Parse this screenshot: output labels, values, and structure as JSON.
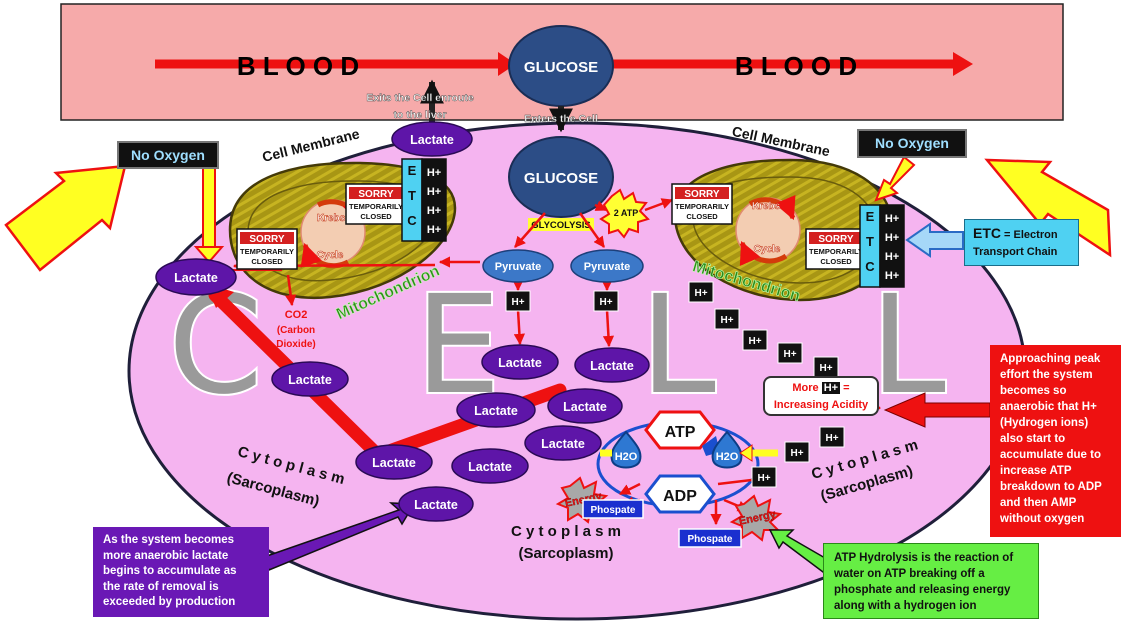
{
  "blood": {
    "left_label": "B L O O D",
    "right_label": "B L O O D",
    "glucose_label": "GLUCOSE"
  },
  "arrows": {
    "exits_label_1": "Exits the Cell enroute",
    "exits_label_2": "to the liver",
    "enters_label": "Enters the Cell"
  },
  "membrane": {
    "left_label": "Cell Membrane",
    "right_label": "Cell Membrane"
  },
  "cell": {
    "letters": [
      "C",
      "E",
      "L",
      "L"
    ],
    "glucose_label": "GLUCOSE",
    "glycolysis_label": "GLYCOLYSIS",
    "atp2_label": "2 ATP"
  },
  "oxygen": {
    "left_label": "No Oxygen",
    "right_label": "No Oxygen"
  },
  "mito_left": {
    "name": "Mitochondrion",
    "sorry_a": "SORRY",
    "closed_a_1": "TEMPORARILY",
    "closed_a_2": "CLOSED",
    "sorry_b": "SORRY",
    "closed_b_1": "TEMPORARILY",
    "closed_b_2": "CLOSED",
    "krebs": "Krebs",
    "cycle": "Cycle",
    "etc": [
      "E",
      "T",
      "C"
    ],
    "h_ions": [
      "H+",
      "H+",
      "H+",
      "H+"
    ]
  },
  "mito_right": {
    "name": "Mitochondrion",
    "sorry_a": "SORRY",
    "closed_a_1": "TEMPORARILY",
    "closed_a_2": "CLOSED",
    "sorry_b": "SORRY",
    "closed_b_1": "TEMPORARILY",
    "closed_b_2": "CLOSED",
    "krebs": "Krebs",
    "cycle": "Cycle",
    "etc": [
      "E",
      "T",
      "C"
    ],
    "h_ions": [
      "H+",
      "H+",
      "H+",
      "H+"
    ]
  },
  "co2": {
    "formula": "CO2",
    "name_1": "(Carbon",
    "name_2": "Dioxide)"
  },
  "pyruvate": {
    "label": "Pyruvate"
  },
  "hplus": {
    "label": "H+"
  },
  "lactate": {
    "label": "Lactate"
  },
  "atp_cycle": {
    "atp": "ATP",
    "adp": "ADP",
    "water": "H2O",
    "phosphate": "Phospate",
    "energy": "Energy"
  },
  "acidity": {
    "line1_prefix": "More",
    "line1_h": "H+",
    "line1_suffix": "=",
    "line2": "Increasing Acidity"
  },
  "cytoplasm": {
    "word": "C y t o p l a s m",
    "sub": "(Sarcoplasm)"
  },
  "notes": {
    "etc": {
      "abbr": "ETC",
      "text_1": " = Electron",
      "text_2": "Transport Chain",
      "color": "#4fd1f2"
    },
    "peak": {
      "lines": [
        "Approaching peak",
        "effort the system",
        "becomes so",
        "anaerobic that H+",
        "(Hydrogen ions)",
        "also start to",
        "accumulate due to",
        "increase ATP",
        "breakdown to ADP",
        "and then AMP",
        "without oxygen"
      ],
      "color": "#ee1111"
    },
    "lactate_accum": {
      "lines": [
        "As the system becomes",
        "more anaerobic  lactate",
        "begins to accumulate as",
        "the rate of removal is",
        "exceeded by production"
      ],
      "color": "#6a18b5"
    },
    "hydrolysis": {
      "lines": [
        "ATP Hydrolysis is the reaction of",
        "water on ATP breaking off a",
        "phosphate and releasing energy",
        "along with a hydrogen ion"
      ],
      "color": "#66ee44"
    }
  },
  "colors": {
    "blood_fill": "#f6aaaa",
    "cell_fill": "#f5b4f0",
    "glucose_fill": "#2c4d86",
    "lactate_fill": "#5e15a8",
    "pyruvate_fill": "#3c78c8",
    "arrow_red": "#ee1111",
    "mito_fill": "#9a8a16",
    "big_arrow_yellow": "#ffff22"
  }
}
